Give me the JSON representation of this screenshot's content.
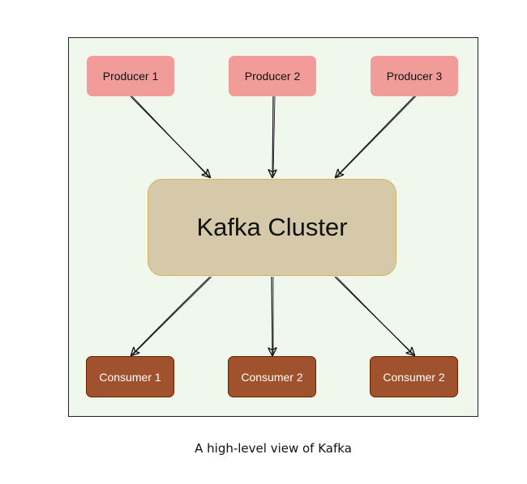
{
  "diagram": {
    "producers": [
      {
        "label": "Producer 1"
      },
      {
        "label": "Producer 2"
      },
      {
        "label": "Producer 3"
      }
    ],
    "cluster": {
      "label": "Kafka Cluster"
    },
    "consumers": [
      {
        "label": "Consumer 1"
      },
      {
        "label": "Consumer 2"
      },
      {
        "label": "Consumer 2"
      }
    ],
    "edges": [
      {
        "from": "Producer 1",
        "to": "Kafka Cluster"
      },
      {
        "from": "Producer 2",
        "to": "Kafka Cluster"
      },
      {
        "from": "Producer 3",
        "to": "Kafka Cluster"
      },
      {
        "from": "Kafka Cluster",
        "to": "Consumer 1"
      },
      {
        "from": "Kafka Cluster",
        "to": "Consumer 2"
      },
      {
        "from": "Kafka Cluster",
        "to": "Consumer 2 (right)"
      }
    ],
    "colors": {
      "background": "#f0f8ee",
      "producer": "#f19c99",
      "cluster": "#d5c9a9",
      "cluster_border": "#d6b656",
      "consumer": "#a0522d",
      "consumer_border": "#6d1f00"
    }
  },
  "caption": "A high-level view of Kafka"
}
